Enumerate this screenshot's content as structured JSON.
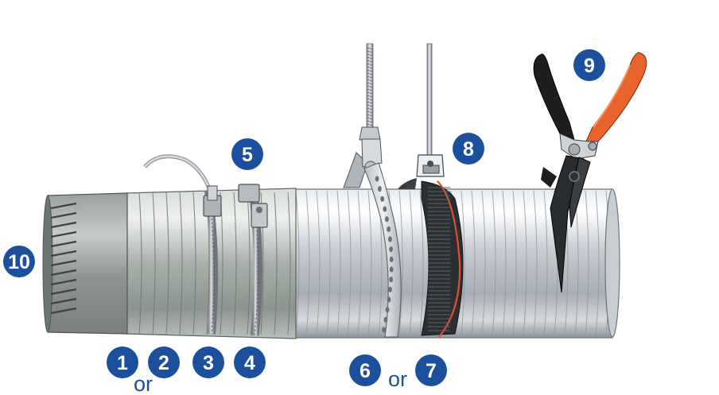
{
  "badges": {
    "b1": "1",
    "b2": "2",
    "b3": "3",
    "b4": "4",
    "b5": "5",
    "b6": "6",
    "b7": "7",
    "b8": "8",
    "b9": "9",
    "b10": "10"
  },
  "connectors": {
    "or_1_2": "or",
    "or_6_7": "or"
  },
  "colors": {
    "badge": "#1c4f9c",
    "strap_accent": "#e0502a",
    "tool_handle_orange": "#e8642c",
    "tool_handle_black": "#1e1e1e"
  }
}
